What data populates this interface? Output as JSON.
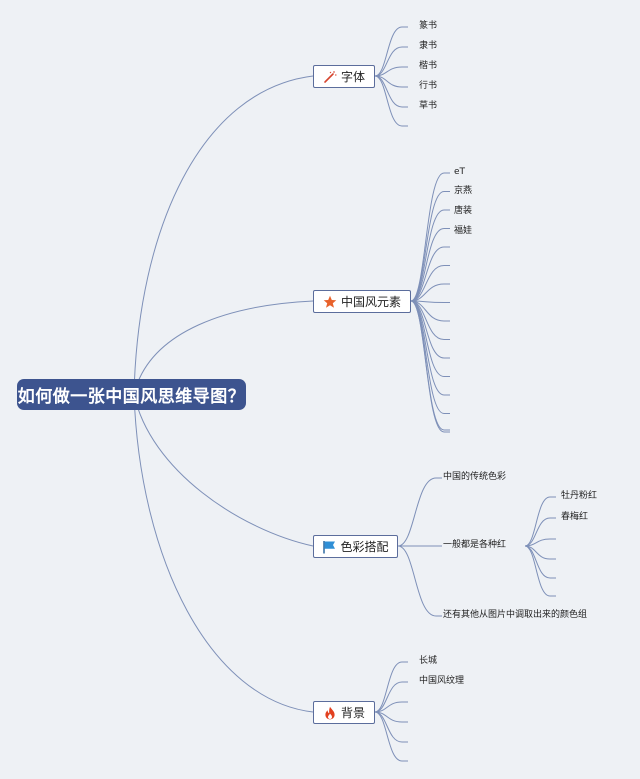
{
  "root": {
    "label": "如何做一张中国风思维导图？"
  },
  "branches": {
    "fonts": {
      "label": "字体",
      "icon": "magic-wand-icon",
      "children": [
        "篆书",
        "隶书",
        "楷书",
        "行书",
        "草书"
      ]
    },
    "elements": {
      "label": "中国风元素",
      "icon": "star-icon",
      "children": [
        "eT",
        "京燕",
        "唐装",
        "福娃"
      ]
    },
    "colors": {
      "label": "色彩搭配",
      "icon": "flag-icon",
      "children": [
        "中国的传统色彩",
        "一般都是各种红",
        "还有其他从图片中调取出来的颜色组"
      ],
      "red_children": [
        "牡丹粉红",
        "春梅红"
      ]
    },
    "background": {
      "label": "背景",
      "icon": "fire-icon",
      "children": [
        "长城",
        "中国风纹理"
      ]
    }
  },
  "colors": {
    "root_fill": "#3d548f",
    "link": "#7e90b8",
    "branch_border": "#5b6d9c",
    "background": "#eef1f5",
    "wand": "#d6452f",
    "star": "#e8622b",
    "flag": "#2f8fd6",
    "fire": "#e2401f"
  }
}
